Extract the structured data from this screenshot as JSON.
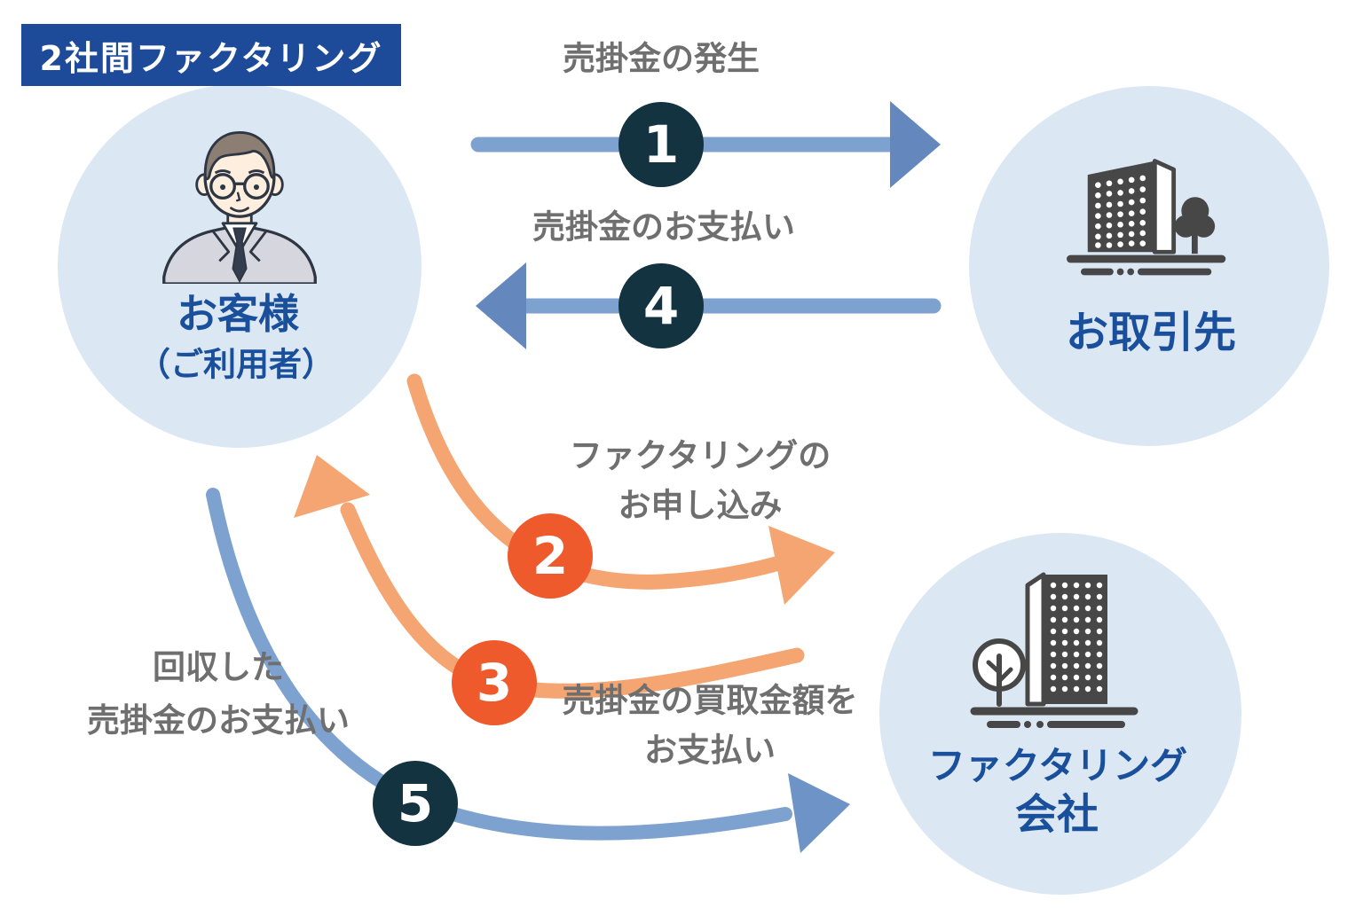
{
  "title_badge": "2社間ファクタリング",
  "entities": {
    "customer": {
      "name": "お客様",
      "subname": "（ご利用者）"
    },
    "client": {
      "name": "お取引先"
    },
    "factoring_company": {
      "name_line1": "ファクタリング",
      "name_line2": "会社"
    }
  },
  "steps": [
    {
      "number": "1",
      "label": "売掛金の発生",
      "from": "お客様",
      "to": "お取引先"
    },
    {
      "number": "2",
      "label_line1": "ファクタリングの",
      "label_line2": "お申し込み",
      "from": "お客様",
      "to": "ファクタリング会社"
    },
    {
      "number": "3",
      "label_line1": "売掛金の買取金額を",
      "label_line2": "お支払い",
      "from": "ファクタリング会社",
      "to": "お客様"
    },
    {
      "number": "4",
      "label": "売掛金のお支払い",
      "from": "お取引先",
      "to": "お客様"
    },
    {
      "number": "5",
      "label_line1": "回収した",
      "label_line2": "売掛金のお支払い",
      "from": "お客様",
      "to": "ファクタリング会社"
    }
  ],
  "colors": {
    "badge_bg": "#1d4b99",
    "entity_circle_bg": "#dbe8f4",
    "entity_text_blue": "#1a4f9c",
    "step_text_gray": "#6f6f6f",
    "navy_circle": "#12333f",
    "orange_circle": "#ee5a2b",
    "orange_arrow": "#f4a571",
    "blue_arrow_shaft": "#7ea2d0",
    "blue_arrow_head": "#6488be",
    "icon_dark_gray": "#474747"
  }
}
